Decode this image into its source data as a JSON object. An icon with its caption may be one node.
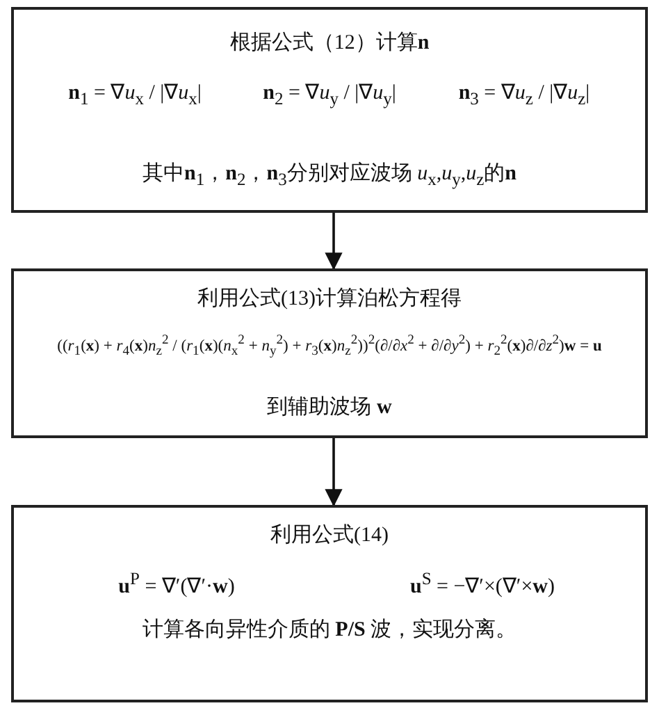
{
  "diagram": {
    "nodes": [
      {
        "text": [
          "根据公式（12）计算**n**",
          "**n**$_{1}$ = ∇*u*$_{x}$ / |∇*u*$_{x}$|",
          "**n**$_{2}$ = ∇*u*$_{y}$ / |∇*u*$_{y}$|",
          "**n**$_{3}$ = ∇*u*$_{z}$ / |∇*u*$_{z}$|",
          "其中**n**$_{1}$，**n**$_{2}$，**n**$_{3}$分别对应波场 *u*$_{x}$,*u*$_{y}$,*u*$_{z}$的**n**"
        ]
      },
      {
        "text": [
          "利用公式(13)计算泊松方程得",
          "((*r*$_{1}$(**x**) + *r*$_{4}$(**x**)*n*$_{z}$$^{2}$ / (*r*$_{1}$(**x**)(*n*$_{x}$$^{2}$ + *n*$_{y}$$^{2}$) + *r*$_{3}$(**x**)*n*$_{z}$$^{2}$))$^{2}$(∂/∂*x*$^{2}$ + ∂/∂*y*$^{2}$) + *r*$_{2}$$^{2}$(**x**)∂/∂*z*$^{2}$)**w** = **u**",
          "到辅助波场 **w**"
        ]
      },
      {
        "text": [
          "利用公式(14)",
          "**u**$^{P}$ = ∇′(∇′·**w**)",
          "**u**$^{S}$ = −∇′×(∇′×**w**)",
          "计算各向异性介质的 **P/S** 波，实现分离。"
        ]
      }
    ],
    "edges": [
      {
        "from": 0,
        "to": 1,
        "arrow": "to"
      },
      {
        "from": 1,
        "to": 2,
        "arrow": "to"
      }
    ]
  }
}
